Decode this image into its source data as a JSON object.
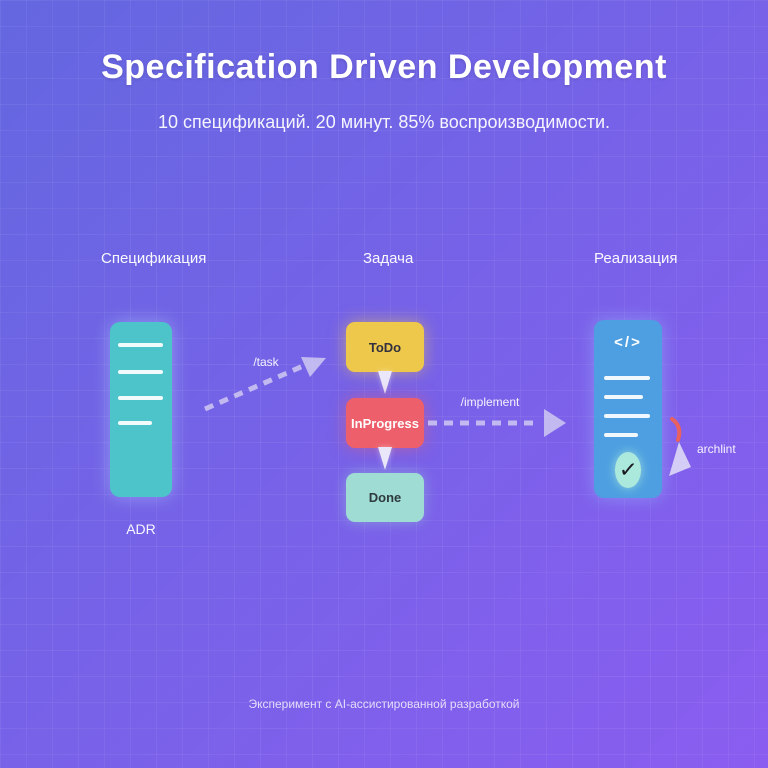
{
  "slide": {
    "title": "Specification Driven Development",
    "subtitle": "10 спецификаций. 20 минут. 85% воспроизводимости.",
    "footer": "Эксперимент с AI-ассистированной разработкой"
  },
  "columns": {
    "spec": {
      "heading": "Спецификация",
      "doc_label": "ADR"
    },
    "task": {
      "heading": "Задача",
      "stages": [
        {
          "id": "todo",
          "label": "ToDo"
        },
        {
          "id": "inprogress",
          "label": "InProgress"
        },
        {
          "id": "done",
          "label": "Done"
        }
      ]
    },
    "impl": {
      "heading": "Реализация",
      "code_icon": "</>",
      "check_icon": "✓"
    }
  },
  "arrows": {
    "task": "/task",
    "implement": "/implement",
    "archlint": "archlint"
  },
  "colors": {
    "bg-start": "#6467e0",
    "bg-end": "#8a5df0",
    "spec-card": "#4cc4c9",
    "todo": "#eec84a",
    "inprogress": "#ed5f6a",
    "done": "#9fdcd3",
    "impl-card": "#4d9fe1",
    "check-circle": "#abe9dc",
    "arrow": "#cfc9f2",
    "archlint-arc": "#e8615f"
  }
}
